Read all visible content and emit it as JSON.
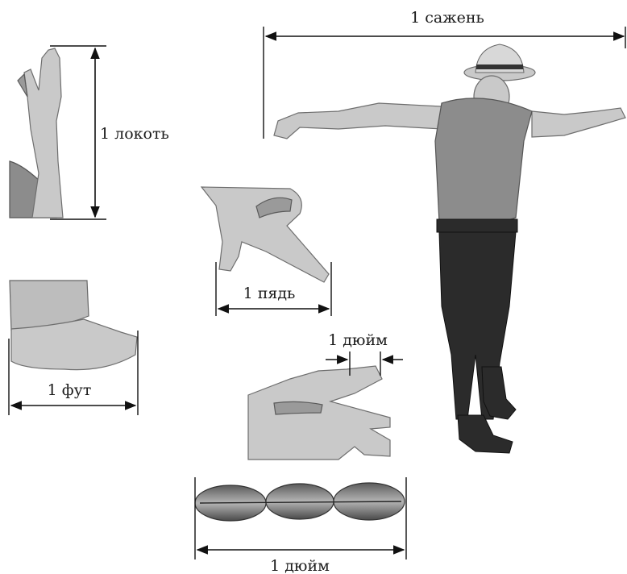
{
  "labels": {
    "sazhen": "1 сажень",
    "lokot": "1 локоть",
    "pyad": "1 пядь",
    "dyuim_finger": "1 дюйм",
    "fut": "1 фут",
    "dyuim_grains": "1 дюйм"
  },
  "icons": {
    "arrow": "double-headed-arrow"
  }
}
